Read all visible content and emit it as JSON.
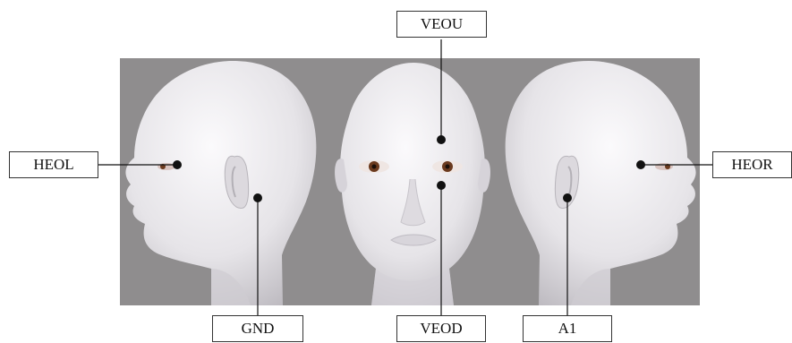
{
  "labels": {
    "veou": "VEOU",
    "heol": "HEOL",
    "heor": "HEOR",
    "gnd": "GND",
    "veod": "VEOD",
    "a1": "A1"
  },
  "colors": {
    "background_panel": "#8f8d8e",
    "skin": "#e9e7ea",
    "skin_shadow": "#c9c6cb",
    "marker": "#111111",
    "iris": "#6b3a1e"
  }
}
